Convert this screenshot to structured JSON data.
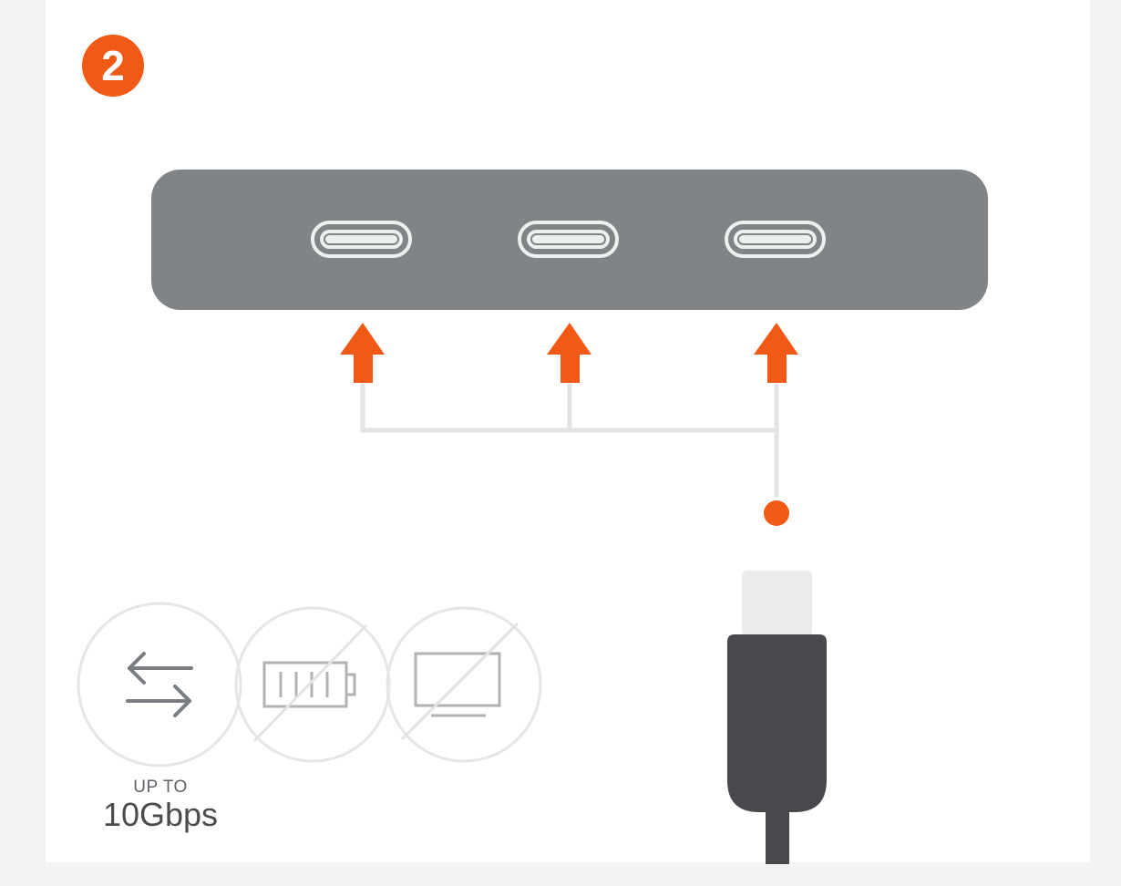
{
  "step": {
    "number": "2"
  },
  "hub": {
    "ports": [
      {
        "name": "usb-c-port-1",
        "icon": "usb-c-port-icon"
      },
      {
        "name": "usb-c-port-2",
        "icon": "usb-c-port-icon"
      },
      {
        "name": "usb-c-port-3",
        "icon": "usb-c-port-icon"
      }
    ]
  },
  "capabilities": [
    {
      "name": "data-transfer",
      "icon": "data-transfer-arrows-icon",
      "supported": true
    },
    {
      "name": "charging",
      "icon": "battery-icon",
      "supported": false
    },
    {
      "name": "video-output",
      "icon": "monitor-icon",
      "supported": false
    }
  ],
  "speed": {
    "prefix": "UP TO",
    "value": "10Gbps"
  },
  "colors": {
    "accent": "#f05a16",
    "hub": "#808487",
    "cable": "#48494d",
    "connector_tip": "#ebebeb",
    "lines": "#e3e3e3",
    "icon_gray": "#7a7e82",
    "disabled_gray": "#b0b2b4"
  }
}
